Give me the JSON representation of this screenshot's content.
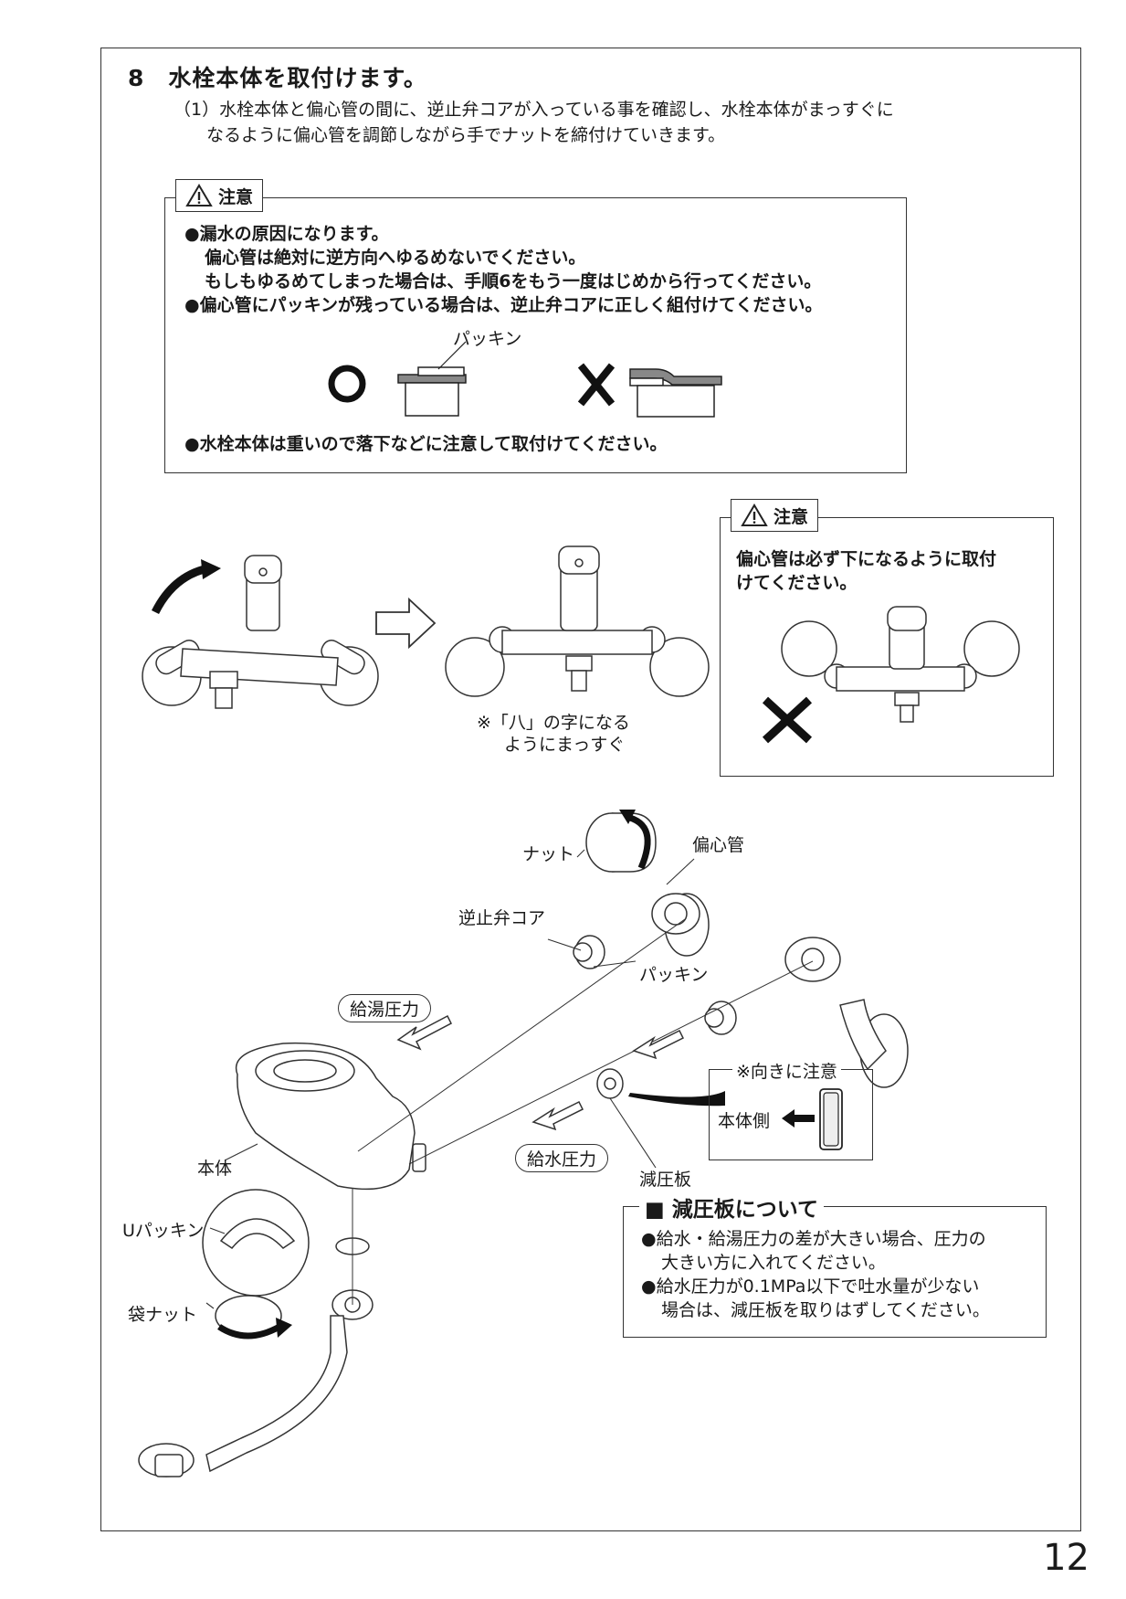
{
  "step": {
    "title": "8　水栓本体を取付けます。",
    "sub_line1": "（1）水栓本体と偏心管の間に、逆止弁コアが入っている事を確認し、水栓本体がまっすぐに",
    "sub_line2": "なるように偏心管を調節しながら手でナットを締付けていきます。"
  },
  "caution1": {
    "tag": "注意",
    "lines": [
      "●漏水の原因になります。",
      "偏心管は絶対に逆方向へゆるめないでください。",
      "もしもゆるめてしまった場合は、手順6をもう一度はじめから行ってください。",
      "●偏心管にパッキンが残っている場合は、逆止弁コアに正しく組付けてください。"
    ],
    "packing_label": "パッキン",
    "ok_mark": "○",
    "ng_mark": "✕",
    "last_line": "●水栓本体は重いので落下などに注意して取付けてください。"
  },
  "caution2": {
    "tag": "注意",
    "line1": "偏心管は必ず下になるように取付",
    "line2": "けてください。",
    "ng_mark": "✕"
  },
  "align_note": {
    "line1": "※「八」の字になる",
    "line2": "ようにまっすぐ"
  },
  "parts": {
    "nut": "ナット",
    "offset_pipe": "偏心管",
    "check_valve": "逆止弁コア",
    "packing": "パッキン",
    "hot_pressure": "給湯圧力",
    "cold_pressure": "給水圧力",
    "body": "本体",
    "u_packing": "Uパッキン",
    "bag_nut": "袋ナット",
    "reducer_plate": "減圧板",
    "orientation_note": "※向きに注意",
    "body_side": "本体側"
  },
  "reducer_note": {
    "title": "■ 減圧板について",
    "lines": [
      "●給水・給湯圧力の差が大きい場合、圧力の",
      "大きい方に入れてください。",
      "●給水圧力が0.1MPa以下で吐水量が少ない",
      "場合は、減圧板を取りはずしてください。"
    ]
  },
  "page_number": "12"
}
